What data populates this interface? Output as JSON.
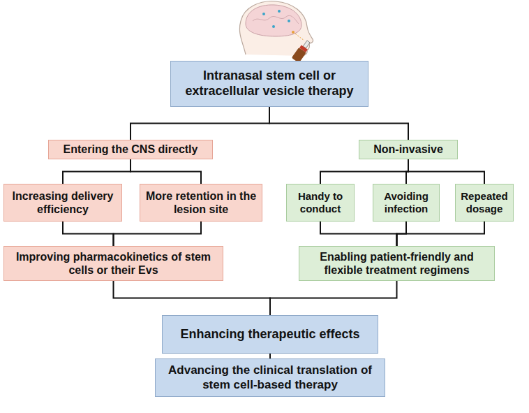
{
  "diagram": {
    "nodes": [
      {
        "text": [
          "Intranasal stem cell or extracellular vesicle therapy"
        ]
      },
      {
        "text": [
          "Entering the CNS directly"
        ]
      },
      {
        "text": [
          "Non-invasive"
        ]
      },
      {
        "text": [
          "Increasing delivery efficiency"
        ]
      },
      {
        "text": [
          "More retention in the lesion site"
        ]
      },
      {
        "text": [
          "Handy to conduct"
        ]
      },
      {
        "text": [
          "Avoiding infection"
        ]
      },
      {
        "text": [
          "Repeated dosage"
        ]
      },
      {
        "text": [
          "Improving pharmacokinetics of stem cells or their Evs"
        ]
      },
      {
        "text": [
          "Enabling patient-friendly and flexible treatment regimens"
        ]
      },
      {
        "text": [
          "Enhancing therapeutic effects"
        ]
      },
      {
        "text": [
          "Advancing the clinical translation of stem cell-based therapy"
        ]
      }
    ],
    "edges": [
      {
        "from": 0,
        "to": 1,
        "arrow": "none"
      },
      {
        "from": 0,
        "to": 2,
        "arrow": "none"
      },
      {
        "from": 1,
        "to": 3,
        "arrow": "none"
      },
      {
        "from": 1,
        "to": 4,
        "arrow": "none"
      },
      {
        "from": 2,
        "to": 5,
        "arrow": "none"
      },
      {
        "from": 2,
        "to": 6,
        "arrow": "none"
      },
      {
        "from": 2,
        "to": 7,
        "arrow": "none"
      },
      {
        "from": 3,
        "to": 8,
        "arrow": "none"
      },
      {
        "from": 4,
        "to": 8,
        "arrow": "none"
      },
      {
        "from": 5,
        "to": 9,
        "arrow": "none"
      },
      {
        "from": 6,
        "to": 9,
        "arrow": "none"
      },
      {
        "from": 7,
        "to": 9,
        "arrow": "none"
      },
      {
        "from": 8,
        "to": 10,
        "arrow": "none"
      },
      {
        "from": 9,
        "to": 10,
        "arrow": "none"
      },
      {
        "from": 10,
        "to": 11,
        "arrow": "none"
      }
    ]
  }
}
